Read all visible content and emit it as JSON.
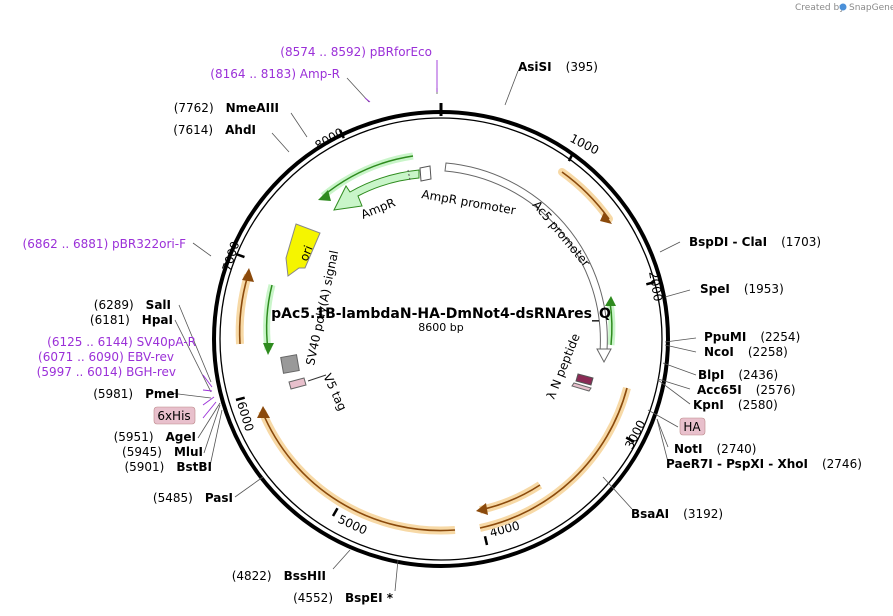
{
  "credit": {
    "created_by": "Created by",
    "brand": "SnapGene"
  },
  "plasmid": {
    "name": "pAc5.1B-lambdaN-HA-DmNot4-dsRNAres_Q",
    "size": "8600 bp"
  },
  "ticks": [
    "1000",
    "2000",
    "3000",
    "4000",
    "5000",
    "6000",
    "7000",
    "8000"
  ],
  "primers": [
    {
      "label": "(8574 .. 8592)  pBRforEco"
    },
    {
      "label": "(8164 .. 8183)  Amp-R"
    },
    {
      "label": "(6862 .. 6881)  pBR322ori-F"
    },
    {
      "label": "(6125 .. 6144)  SV40pA-R"
    },
    {
      "label": "(6071 .. 6090)  EBV-rev"
    },
    {
      "label": "(5997 .. 6014)  BGH-rev"
    }
  ],
  "enzymes": [
    {
      "name": "AsiSI",
      "pos": "(395)"
    },
    {
      "name": "BspDI  -  ClaI",
      "pos": "(1703)"
    },
    {
      "name": "SpeI",
      "pos": "(1953)"
    },
    {
      "name": "PpuMI",
      "pos": "(2254)"
    },
    {
      "name": "NcoI",
      "pos": "(2258)"
    },
    {
      "name": "BlpI",
      "pos": "(2436)"
    },
    {
      "name": "Acc65I",
      "pos": "(2576)"
    },
    {
      "name": "KpnI",
      "pos": "(2580)"
    },
    {
      "name": "NotI",
      "pos": "(2740)"
    },
    {
      "name": "PaeR7I  -  PspXI  -  XhoI",
      "pos": "(2746)"
    },
    {
      "name": "BsaAI",
      "pos": "(3192)"
    },
    {
      "name": "BspEI *",
      "pos": "(4552)"
    },
    {
      "name": "BssHII",
      "pos": "(4822)"
    },
    {
      "name": "PasI",
      "pos": "(5485)"
    },
    {
      "name": "BstBI",
      "pos": "(5901)"
    },
    {
      "name": "MluI",
      "pos": "(5945)"
    },
    {
      "name": "AgeI",
      "pos": "(5951)"
    },
    {
      "name": "PmeI",
      "pos": "(5981)"
    },
    {
      "name": "HpaI",
      "pos": "(6181)"
    },
    {
      "name": "SalI",
      "pos": "(6289)"
    },
    {
      "name": "AhdI",
      "pos": "(7614)"
    },
    {
      "name": "NmeAIII",
      "pos": "(7762)"
    }
  ],
  "tags": {
    "his": "6xHis",
    "ha": "HA"
  },
  "features": {
    "ampr": "AmpR",
    "ampr_promoter": "AmpR promoter",
    "ac5_promoter": "Ac5 promoter",
    "ori": "ori",
    "sv40": "SV40 poly(A) signal",
    "v5": "V5 tag",
    "lambda_n": "λ N peptide"
  },
  "colors": {
    "primer": "#9b30d8",
    "orf_highlight": "#f7d9a6",
    "orf_arrow": "#8b4a0c",
    "ampr_fill": "#c9f5c9",
    "promoter_fill": "#ffffff",
    "ori_fill": "#f5f500",
    "tag_fill": "#e8c0cc",
    "lambda_fill": "#8b2a55",
    "green_arrow": "#2e8b1e"
  }
}
